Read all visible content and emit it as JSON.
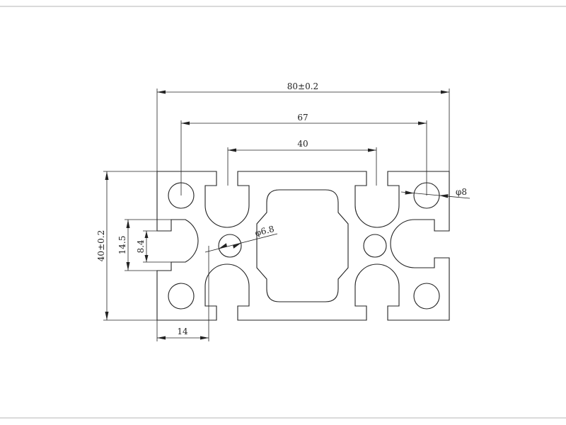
{
  "drawing": {
    "dimensions": {
      "overall_width": "80±0.2",
      "bolt_spacing": "67",
      "slot_spacing": "40",
      "overall_height": "40±0.2",
      "slot_outer": "14.5",
      "slot_inner": "8.4",
      "wall_width": "14",
      "corner_hole_dia": "φ8",
      "center_hole_dia": "φ6.8"
    },
    "colors": {
      "line": "#222222",
      "frame": "#b4b4b4",
      "background": "#ffffff"
    }
  }
}
